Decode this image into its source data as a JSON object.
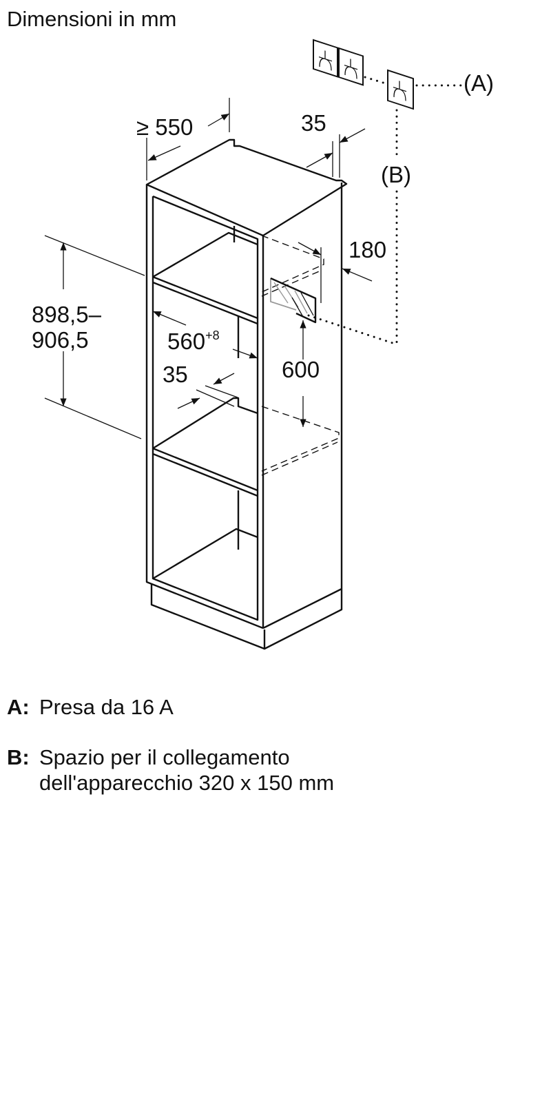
{
  "title": "Dimensioni in mm",
  "dimensions": {
    "depth_min": "≥ 550",
    "back_gap_top": "35",
    "socket_offset": "180",
    "niche_height_line1": "898,5–",
    "niche_height_line2": "906,5",
    "niche_width": "560",
    "niche_width_tolerance": "+8",
    "back_gap_shelf": "35",
    "shelf_to_socket": "600"
  },
  "callouts": {
    "a": "(A)",
    "b": "(B)"
  },
  "legend": [
    {
      "key": "A:",
      "lines": [
        "Presa da 16 A"
      ]
    },
    {
      "key": "B:",
      "lines": [
        "Spazio per il collegamento",
        "dell'apparecchio 320 x 150 mm"
      ]
    }
  ],
  "colors": {
    "line": "#111111",
    "background": "#ffffff",
    "hatch_faded": "#999999"
  }
}
